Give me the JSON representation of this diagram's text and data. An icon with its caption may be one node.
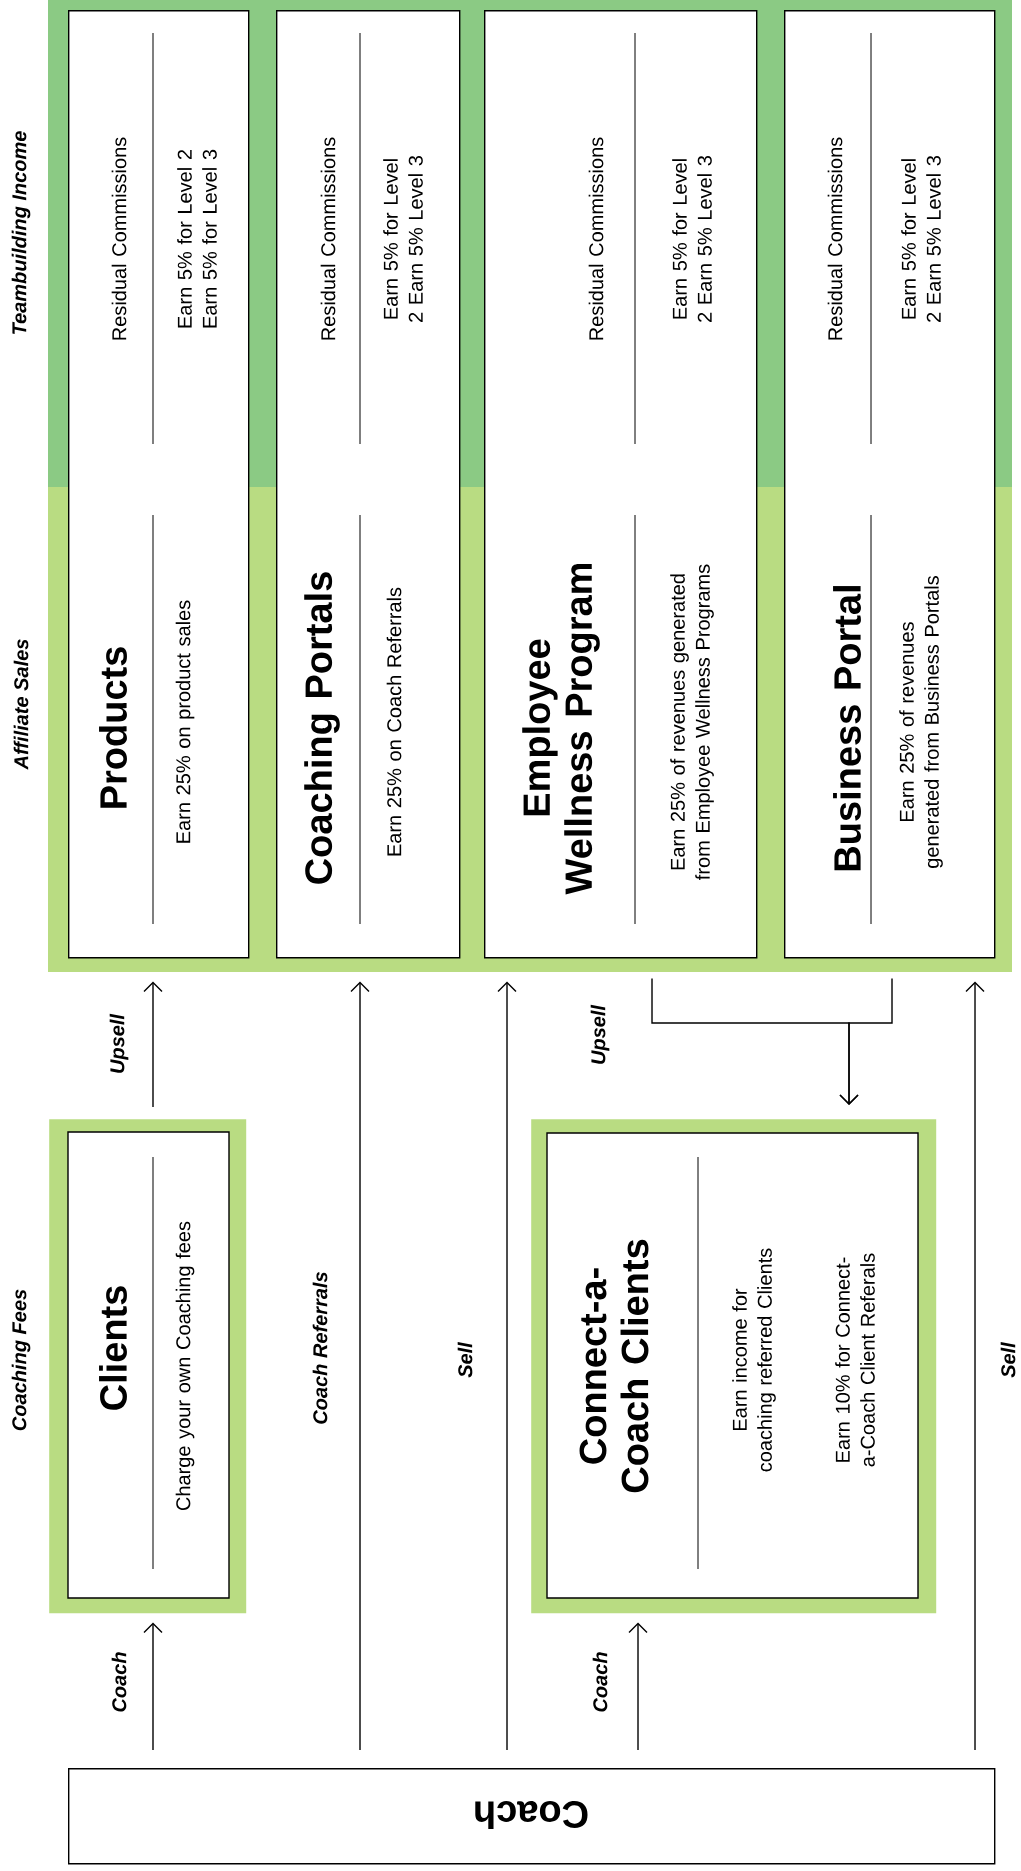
{
  "diagram": {
    "nodes": [
      {
        "text": [
          "Products",
          "Earn 25% on product sales",
          "Residual Commissions",
          "Earn 5% for Level 2 Earn 5% for Level 3"
        ]
      },
      {
        "text": [
          "Coaching Portals",
          "Earn 25% on Coach Referrals",
          "Residual Commissions",
          "Earn 5% for Level 2 Earn 5% Level 3"
        ]
      },
      {
        "text": [
          "Employee Wellness Program",
          "Earn 25% of revenues generated from Employee Wellness Programs",
          "Residual Commissions",
          "Earn 5% for Level 2 Earn 5% Level 3"
        ]
      },
      {
        "text": [
          "Business Portal",
          "Earn 25% of revenues generated from Business Portals",
          "Residual Commissions",
          "Earn 5% for Level 2 Earn 5% Level 3"
        ]
      },
      {
        "text": [
          "Clients",
          "Charge your own Coaching fees"
        ]
      },
      {
        "text": [
          "Connect-a-Coach Clients",
          "Earn income for coaching referred Clients",
          "Earn 10% for Connect-a-Coach Client Referals"
        ]
      },
      {
        "text": [
          "Coach"
        ]
      }
    ],
    "edges": [
      {
        "from": 6,
        "to": 4,
        "arrow": "to",
        "label": "Coach"
      },
      {
        "from": 4,
        "to": 0,
        "arrow": "to",
        "label": "Upsell"
      },
      {
        "from": 6,
        "to": 1,
        "arrow": "to",
        "label": "Coach Referrals"
      },
      {
        "from": 6,
        "to": 2,
        "arrow": "to",
        "label": "Sell"
      },
      {
        "from": 6,
        "to": 5,
        "arrow": "to",
        "label": "Coach"
      },
      {
        "from": 2,
        "to": 5,
        "arrow": "to",
        "label": "Upsell"
      },
      {
        "from": 3,
        "to": 5,
        "arrow": "to"
      },
      {
        "from": 6,
        "to": 3,
        "arrow": "to",
        "label": "Sell"
      }
    ],
    "labels": [
      "Teambuilding Income",
      "Affiliate Sales",
      "Coaching Fees"
    ]
  }
}
